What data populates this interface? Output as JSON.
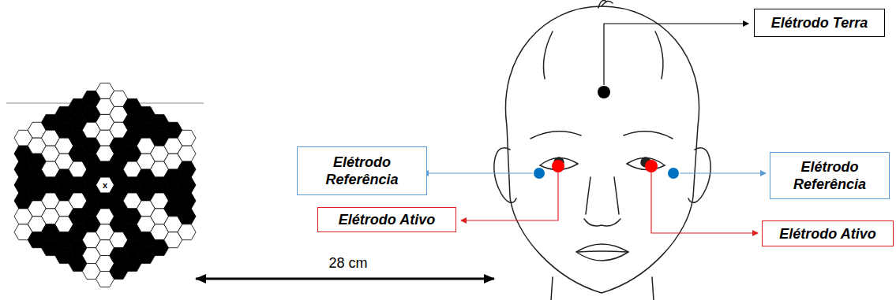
{
  "diagram": {
    "nodes": [
      {
        "text": [
          "Elétrodo Terra"
        ]
      },
      {
        "text": [
          "Elétrodo Referência"
        ]
      },
      {
        "text": [
          "Elétrodo Referência"
        ]
      },
      {
        "text": [
          "Elétrodo Ativo"
        ]
      },
      {
        "text": [
          "Elétrodo Ativo"
        ]
      }
    ],
    "labels": [
      "x",
      "28 cm"
    ]
  }
}
